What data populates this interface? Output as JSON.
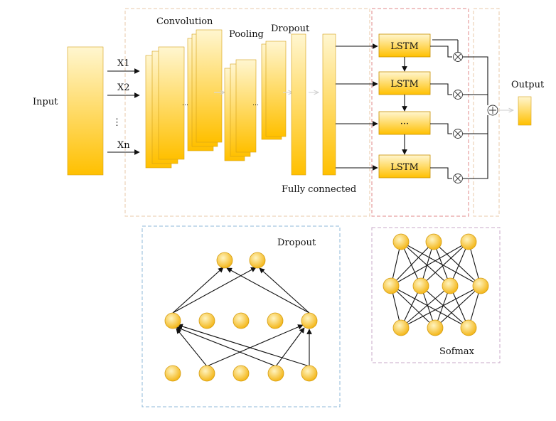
{
  "labels": {
    "input": "Input",
    "x1": "X1",
    "x2": "X2",
    "vdots": "⋮",
    "xn": "Xn",
    "convolution": "Convolution",
    "pooling": "Pooling",
    "dropout_top": "Dropout",
    "fully_connected": "Fully connected",
    "output": "Output",
    "dropout_panel": "Dropout",
    "softmax_panel": "Sofmax"
  },
  "lstm_cells": [
    "LSTM",
    "LSTM",
    "···",
    "LSTM"
  ],
  "colors": {
    "block_top": "#fff3c4",
    "block_bottom": "#ffc107",
    "node_top": "#fff0b0",
    "node_bottom": "#f5b000",
    "cnn_dashed_border": "#e8c8a8",
    "lstm_dashed_border": "#e08a8a",
    "dropout_panel_border": "#8fb8d8",
    "softmax_panel_border": "#c8a8c8"
  }
}
